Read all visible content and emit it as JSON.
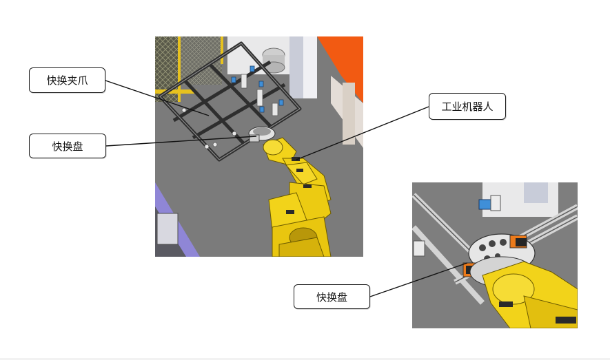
{
  "labels": {
    "quick_change_gripper": "快换夹爪",
    "quick_change_disk_main": "快换盘",
    "industrial_robot": "工业机器人",
    "quick_change_disk_detail": "快换盘"
  },
  "colors": {
    "floor": "#7d7d7d",
    "robot_yellow": "#f2d31a",
    "frame_dark": "#3a3a3a",
    "wall_orange": "#f25a12",
    "fence_yellow": "#e7c21e",
    "blue_part": "#3f8fd8"
  }
}
